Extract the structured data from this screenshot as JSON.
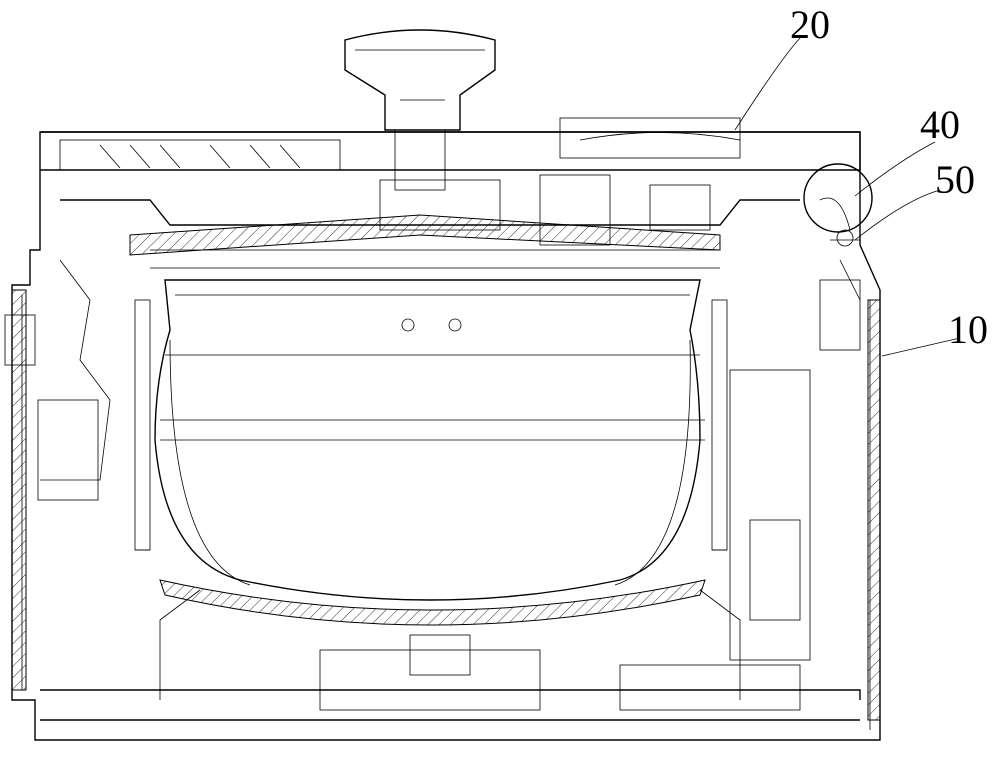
{
  "figure": {
    "labels": [
      {
        "id": "lid",
        "text": "20"
      },
      {
        "id": "detail",
        "text": "40"
      },
      {
        "id": "part",
        "text": "50"
      },
      {
        "id": "body",
        "text": "10"
      }
    ]
  }
}
